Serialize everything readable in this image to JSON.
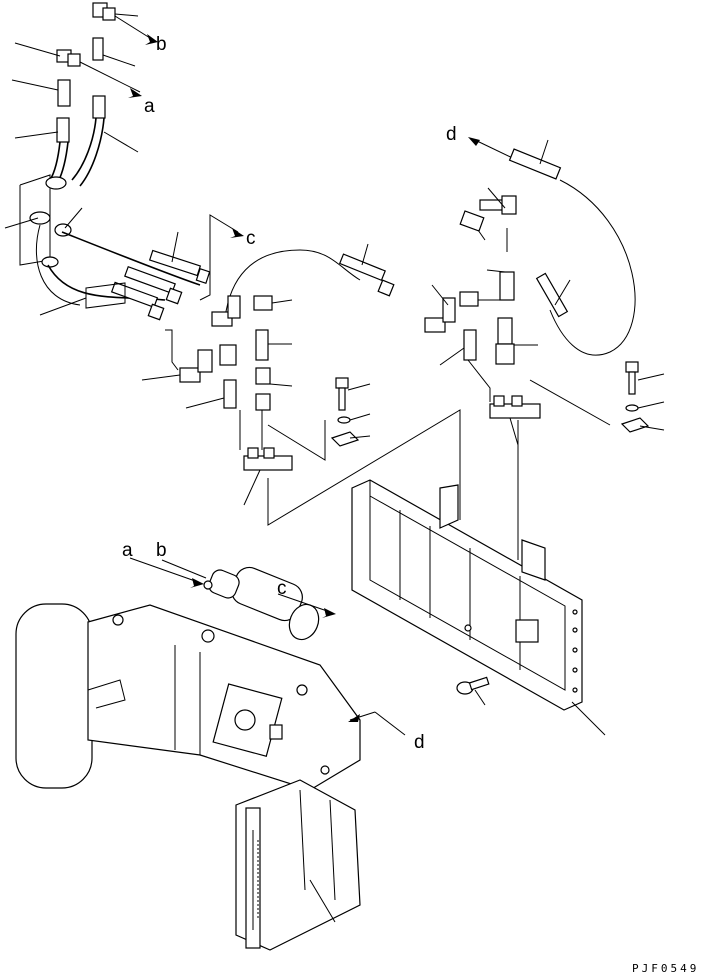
{
  "diagram": {
    "drawing_code": "PJF0549",
    "reference_labels": {
      "a": "a",
      "b": "b",
      "c": "c",
      "d": "d"
    }
  }
}
